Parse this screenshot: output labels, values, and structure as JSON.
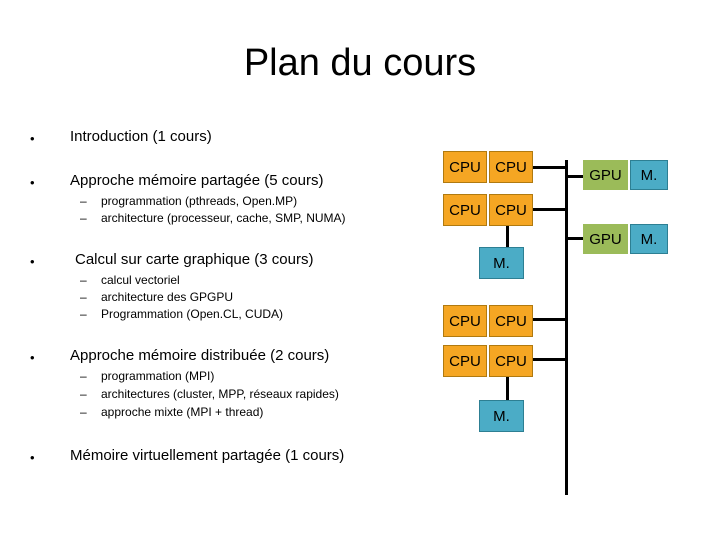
{
  "title": "Plan du cours",
  "outline": [
    {
      "label": "Introduction (1 cours)",
      "subs": []
    },
    {
      "label": "Approche mémoire partagée (5 cours)",
      "subs": [
        "programmation (pthreads, Open.MP)",
        "architecture (processeur, cache, SMP, NUMA)"
      ]
    },
    {
      "label": "Calcul sur carte graphique (3 cours)",
      "subs": [
        "calcul vectoriel",
        "architecture des GPGPU",
        "Programmation (Open.CL, CUDA)"
      ]
    },
    {
      "label": "Approche mémoire distribuée (2 cours)",
      "subs": [
        "programmation (MPI)",
        "architectures (cluster, MPP, réseaux rapides)",
        "approche mixte (MPI + thread)"
      ]
    },
    {
      "label": "Mémoire virtuellement partagée (1 cours)",
      "subs": []
    }
  ],
  "bullet_symbol": "•",
  "dash_symbol": "–",
  "diagram": {
    "cpu": "CPU",
    "gpu": "GPU",
    "mem": "M."
  },
  "colors": {
    "cpu": "#f5a623",
    "gpu": "#9bbb59",
    "mem": "#4bacc6"
  }
}
